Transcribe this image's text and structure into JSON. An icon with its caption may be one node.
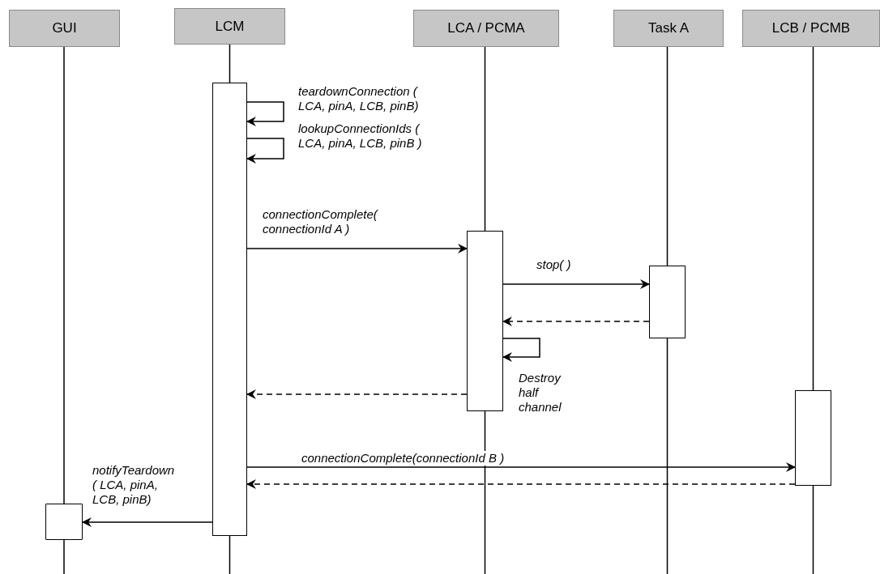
{
  "diagram": {
    "nodes": [
      {
        "text": [
          "GUI"
        ]
      },
      {
        "text": [
          "LCM"
        ]
      },
      {
        "text": [
          "LCA / PCMA"
        ]
      },
      {
        "text": [
          "Task A"
        ]
      },
      {
        "text": [
          "LCB / PCMB"
        ]
      },
      {
        "text": [],
        "shape": "bar"
      },
      {
        "text": [],
        "shape": "bar"
      },
      {
        "text": [],
        "shape": "bar"
      },
      {
        "text": [],
        "shape": "bar"
      },
      {
        "text": [],
        "shape": "box"
      }
    ],
    "edges": [
      {
        "from": 5,
        "to": 5,
        "arrow": "to",
        "label": "teardownConnection ( LCA, pinA, LCB, pinB)"
      },
      {
        "from": 5,
        "to": 5,
        "arrow": "to",
        "label": "lookupConnectionIds ( LCA, pinA, LCB, pinB )"
      },
      {
        "from": 5,
        "to": 6,
        "arrow": "to",
        "label": "connectionComplete( connectionId A )"
      },
      {
        "from": 6,
        "to": 7,
        "arrow": "to",
        "label": "stop( )"
      },
      {
        "from": 7,
        "to": 6,
        "arrow": "to",
        "style": "dashed"
      },
      {
        "from": 6,
        "to": 6,
        "arrow": "to",
        "label": "Destroy half channel"
      },
      {
        "from": 6,
        "to": 5,
        "arrow": "to",
        "style": "dashed"
      },
      {
        "from": 5,
        "to": 8,
        "arrow": "to",
        "label": "connectionComplete(connectionId B )"
      },
      {
        "from": 8,
        "to": 5,
        "arrow": "to",
        "style": "dashed"
      },
      {
        "from": 5,
        "to": 9,
        "arrow": "to",
        "label": "notifyTeardown ( LCA, pinA, LCB, pinB)"
      },
      {
        "from": 0,
        "to": 9,
        "arrow": "none"
      },
      {
        "from": 1,
        "to": 5,
        "arrow": "none"
      },
      {
        "from": 2,
        "to": 6,
        "arrow": "none"
      },
      {
        "from": 3,
        "to": 7,
        "arrow": "none"
      },
      {
        "from": 4,
        "to": 8,
        "arrow": "none"
      }
    ]
  }
}
